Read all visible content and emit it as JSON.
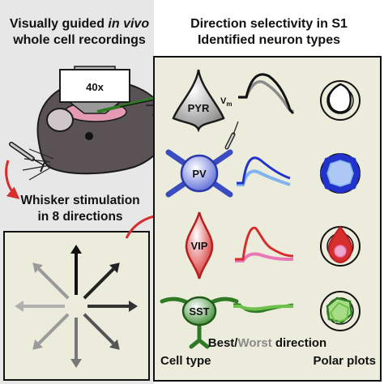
{
  "left_title": {
    "line1_prefix": "Visually guided ",
    "line1_italic": "in vivo",
    "line2": "whole cell recordings"
  },
  "right_title": {
    "line1": "Direction selectivity in S1",
    "line2": "Identified neuron types"
  },
  "objective_label": "40x",
  "whisker_caption": {
    "line1": "Whisker stimulation",
    "line2": "in 8 directions"
  },
  "neurons": [
    {
      "label": "PYR",
      "color": "#8a8a8a",
      "best_color": "#111111",
      "worst_color": "#8a8a8a"
    },
    {
      "label": "PV",
      "color": "#3b4cc0",
      "best_color": "#2233cc",
      "worst_color": "#7fb2ee"
    },
    {
      "label": "VIP",
      "color": "#d62d2d",
      "best_color": "#d62d2d",
      "worst_color": "#e879b6"
    },
    {
      "label": "SST",
      "color": "#2f7a25",
      "best_color": "#2f7a25",
      "worst_color": "#6dc14a"
    }
  ],
  "vm_label": {
    "base": "V",
    "sub": "m"
  },
  "bottom": {
    "best": "Best",
    "slash": "/",
    "worst": "Worst",
    "direction": " direction",
    "cell_type": "Cell type",
    "polar_plots": "Polar plots"
  },
  "colors": {
    "background_left": "#e7e7e7",
    "panel_fill": "#ececdc",
    "accent_red": "#d62d2d"
  }
}
